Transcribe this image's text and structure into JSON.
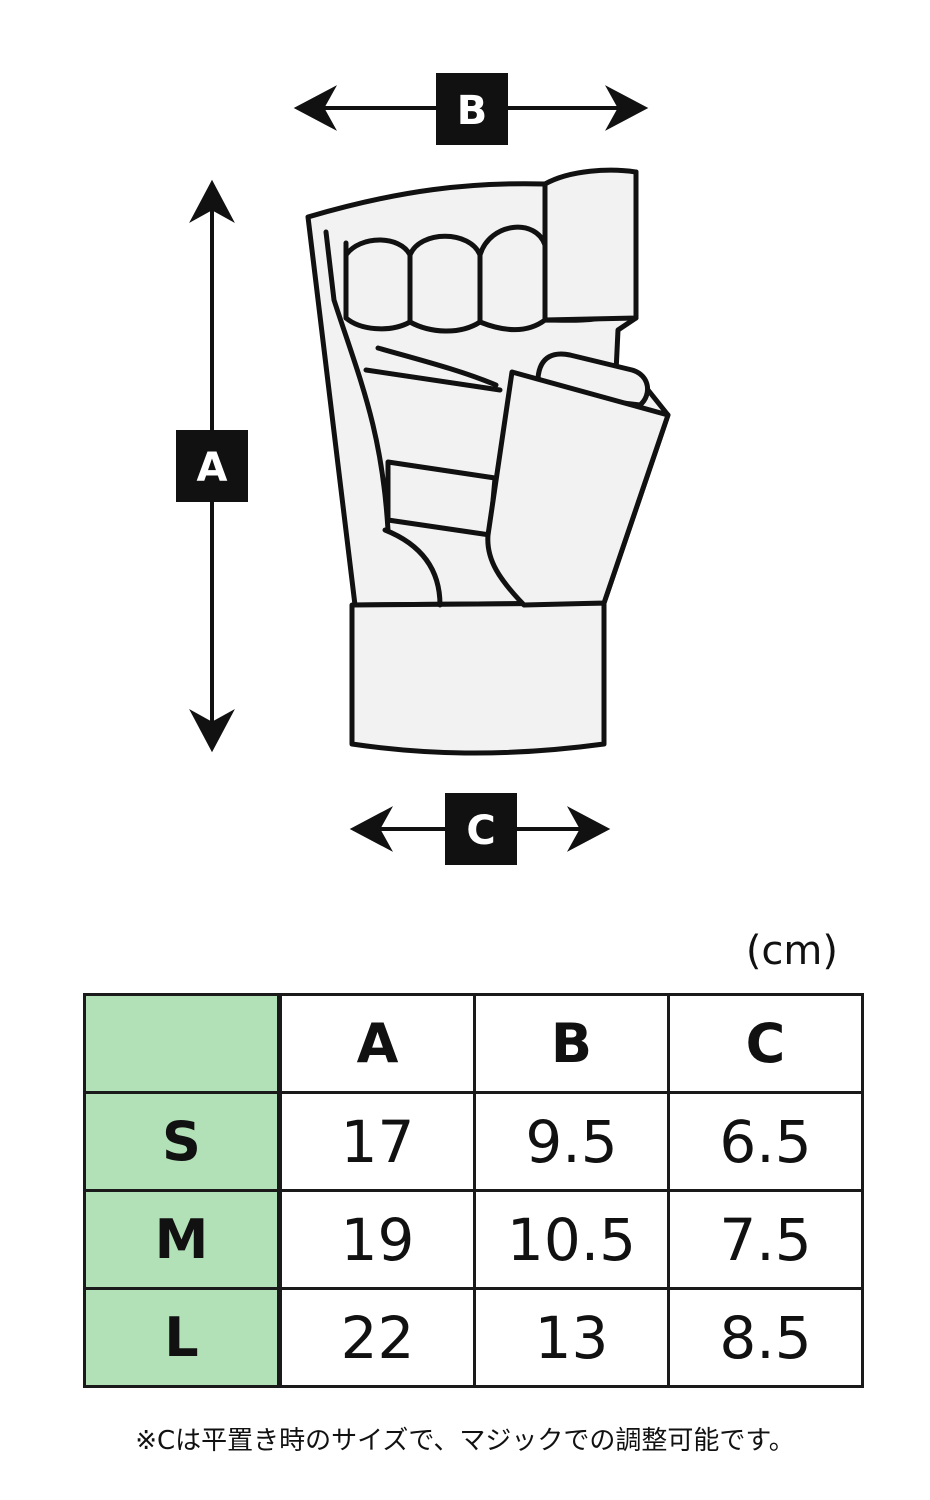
{
  "dimensions": {
    "a_label": "A",
    "b_label": "B",
    "c_label": "C"
  },
  "unit": "(cm)",
  "table": {
    "headers": [
      "",
      "A",
      "B",
      "C"
    ],
    "rows": [
      {
        "size": "S",
        "values": [
          "17",
          "9.5",
          "6.5"
        ]
      },
      {
        "size": "M",
        "values": [
          "19",
          "10.5",
          "7.5"
        ]
      },
      {
        "size": "L",
        "values": [
          "22",
          "13",
          "8.5"
        ]
      }
    ]
  },
  "note": "※Cは平置き時のサイズで、マジックでの調整可能です。",
  "colors": {
    "size_column_bg": "#b3e1b7",
    "glove_fill": "#f2f2f2",
    "outline": "#111111"
  }
}
